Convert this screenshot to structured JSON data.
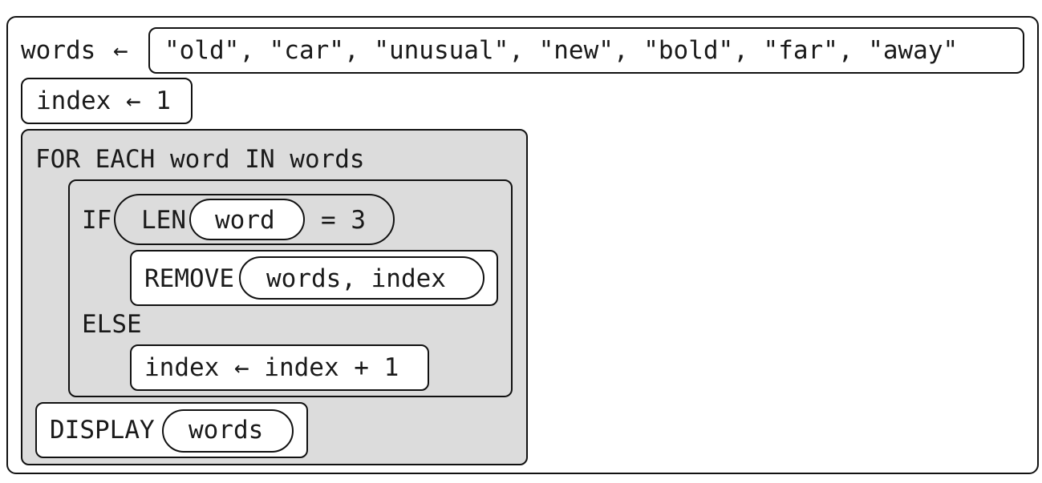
{
  "program": {
    "line1": {
      "var": "words",
      "assign": "←",
      "list": "\"old\", \"car\", \"unusual\", \"new\", \"bold\", \"far\", \"away\""
    },
    "line2": {
      "text": "index ← 1"
    },
    "loop": {
      "header": "FOR EACH word IN words",
      "if_keyword": "IF",
      "len_keyword": "LEN",
      "len_arg": "word",
      "comparison": "= 3",
      "remove_keyword": "REMOVE",
      "remove_args": "words, index",
      "else_keyword": "ELSE",
      "else_statement": "index ← index + 1"
    },
    "display": {
      "keyword": "DISPLAY",
      "arg": "words"
    }
  }
}
